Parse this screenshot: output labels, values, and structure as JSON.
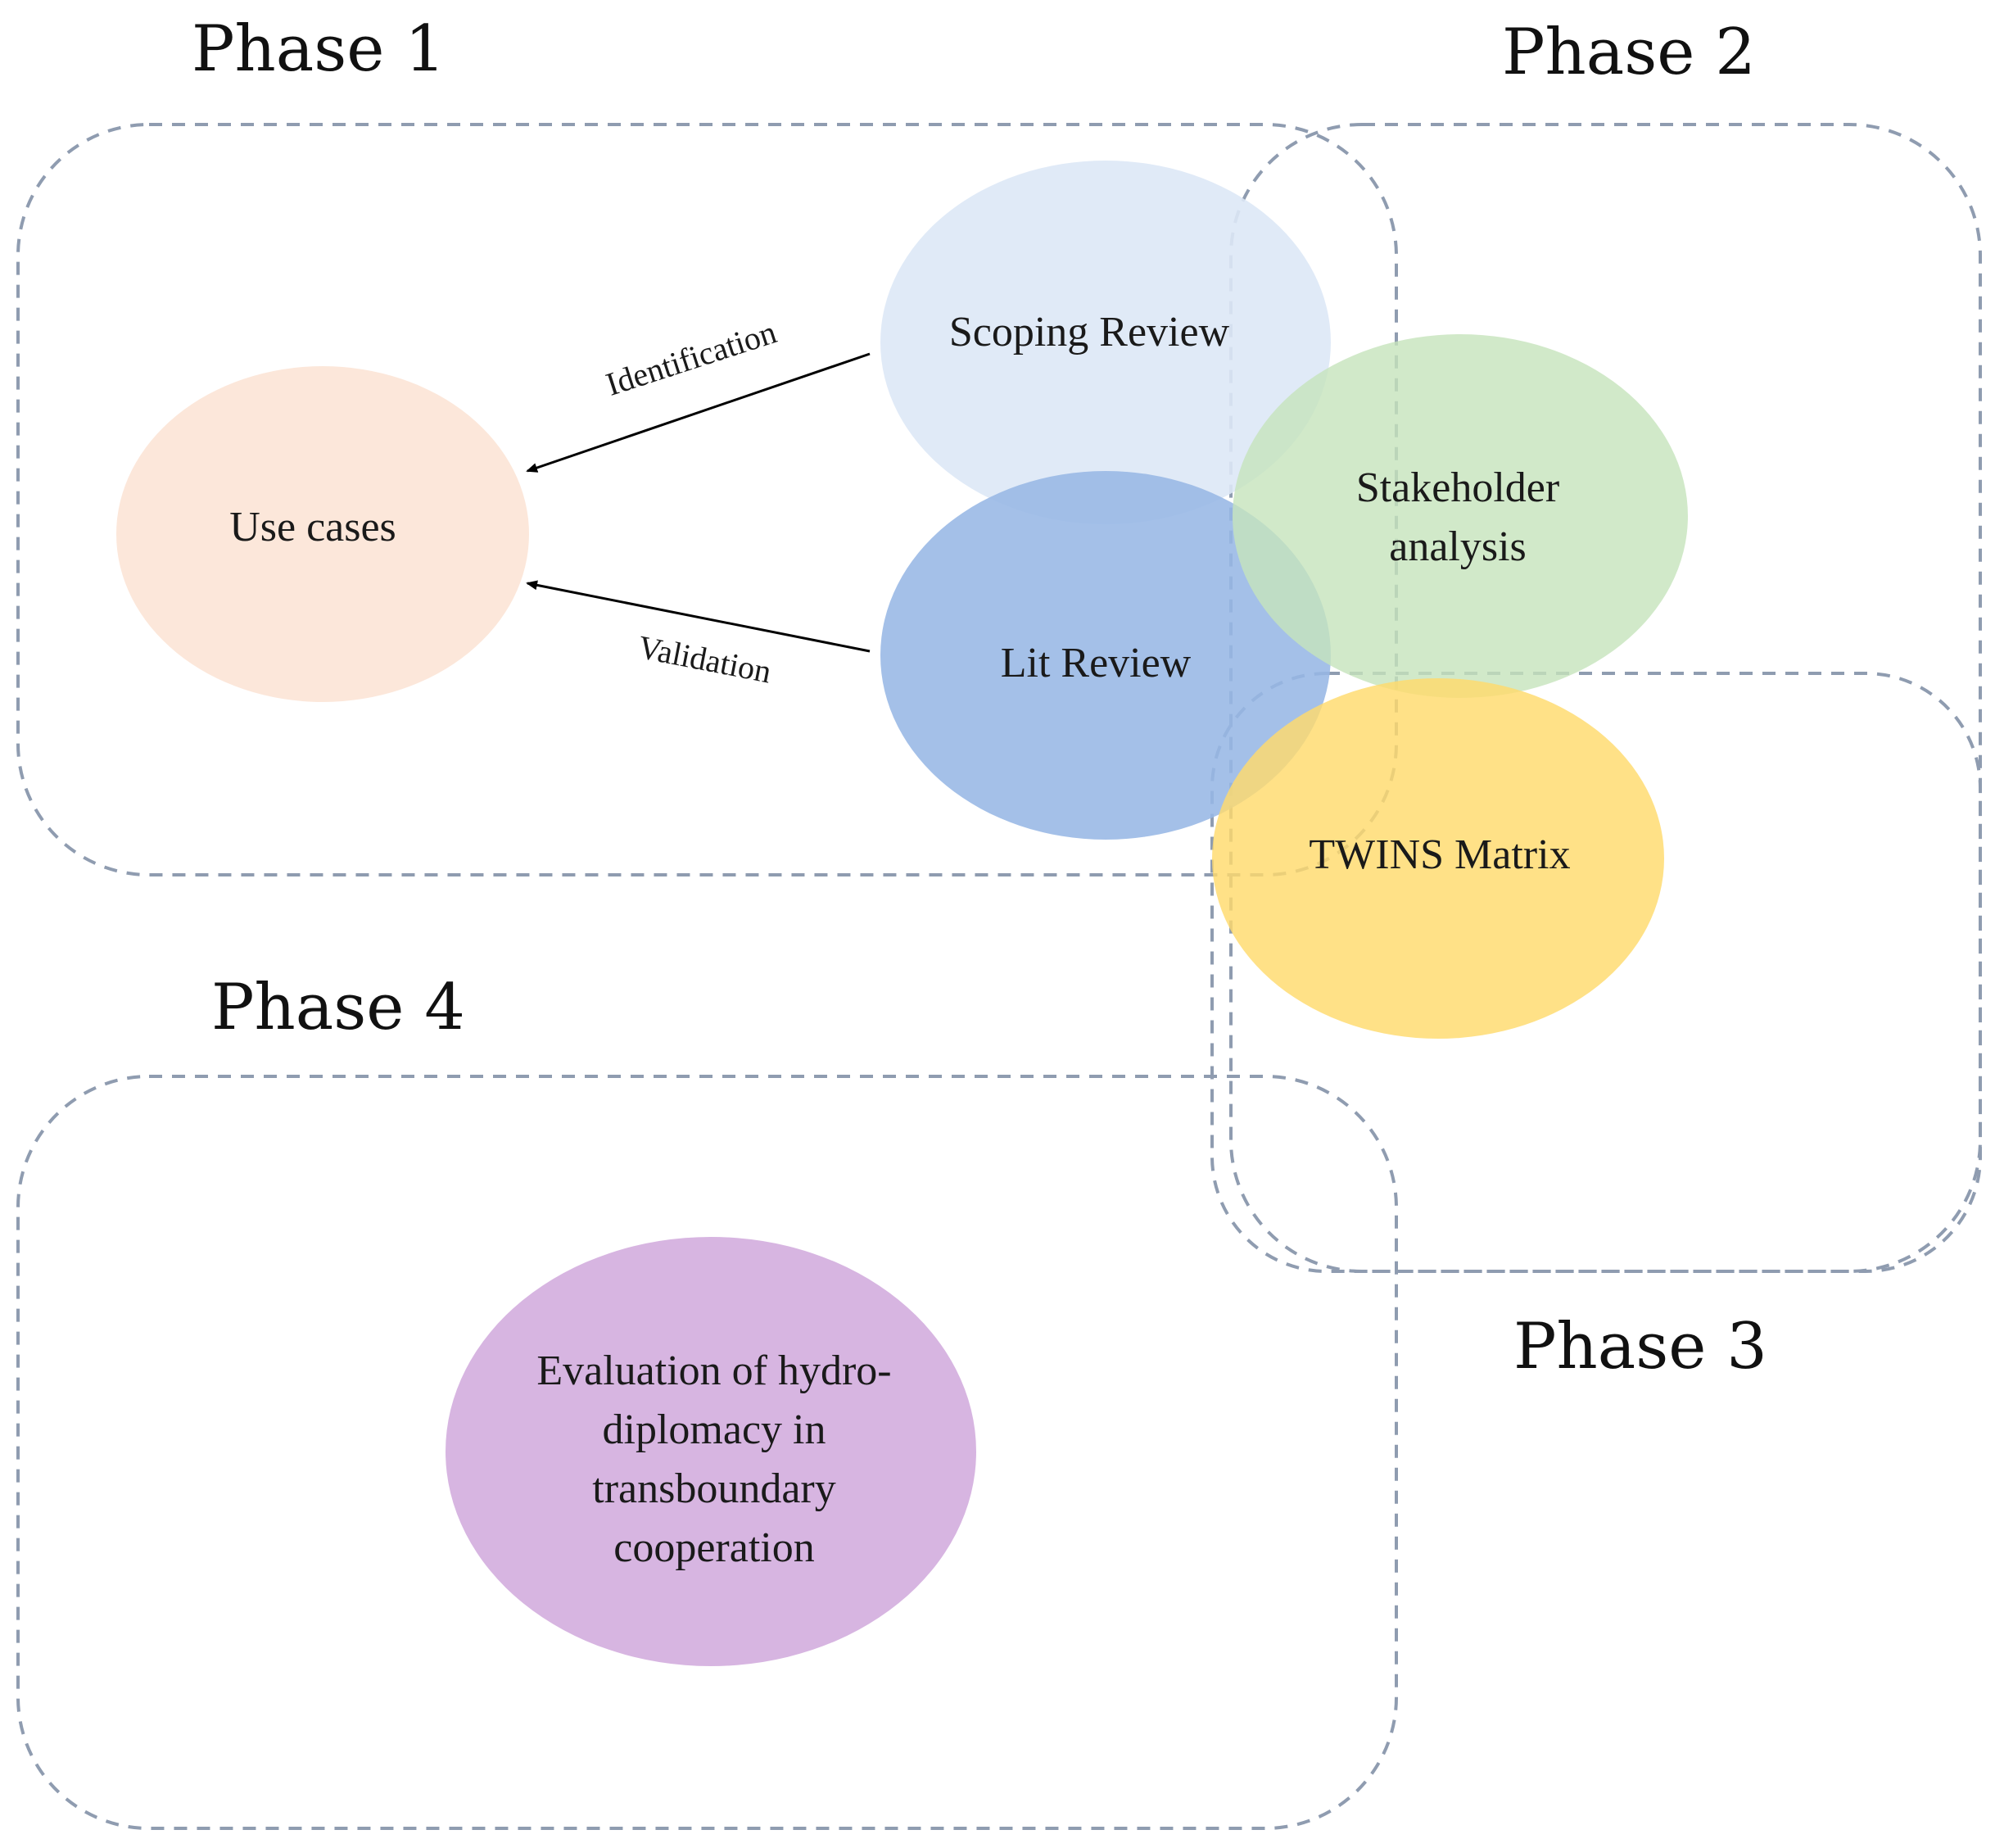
{
  "phases": {
    "phase1": "Phase 1",
    "phase2": "Phase 2",
    "phase3": "Phase 3",
    "phase4": "Phase 4"
  },
  "nodes": {
    "use_cases": "Use cases",
    "scoping_review": "Scoping Review",
    "lit_review": "Lit Review",
    "stakeholder_line1": "Stakeholder",
    "stakeholder_line2": "analysis",
    "twins_matrix": "TWINS Matrix",
    "evaluation_line1": "Evaluation of hydro-",
    "evaluation_line2": "diplomacy in",
    "evaluation_line3": "transboundary",
    "evaluation_line4": "cooperation"
  },
  "edges": {
    "identification": "Identification",
    "validation": "Validation"
  },
  "colors": {
    "use_cases": "#fce4d6",
    "scoping_review": "#dde8f6",
    "lit_review": "#97b7e5",
    "stakeholder": "#c5e3bb",
    "twins_matrix": "#ffdb6c",
    "evaluation": "#d5b1df",
    "frame": "#8f9cb0"
  }
}
